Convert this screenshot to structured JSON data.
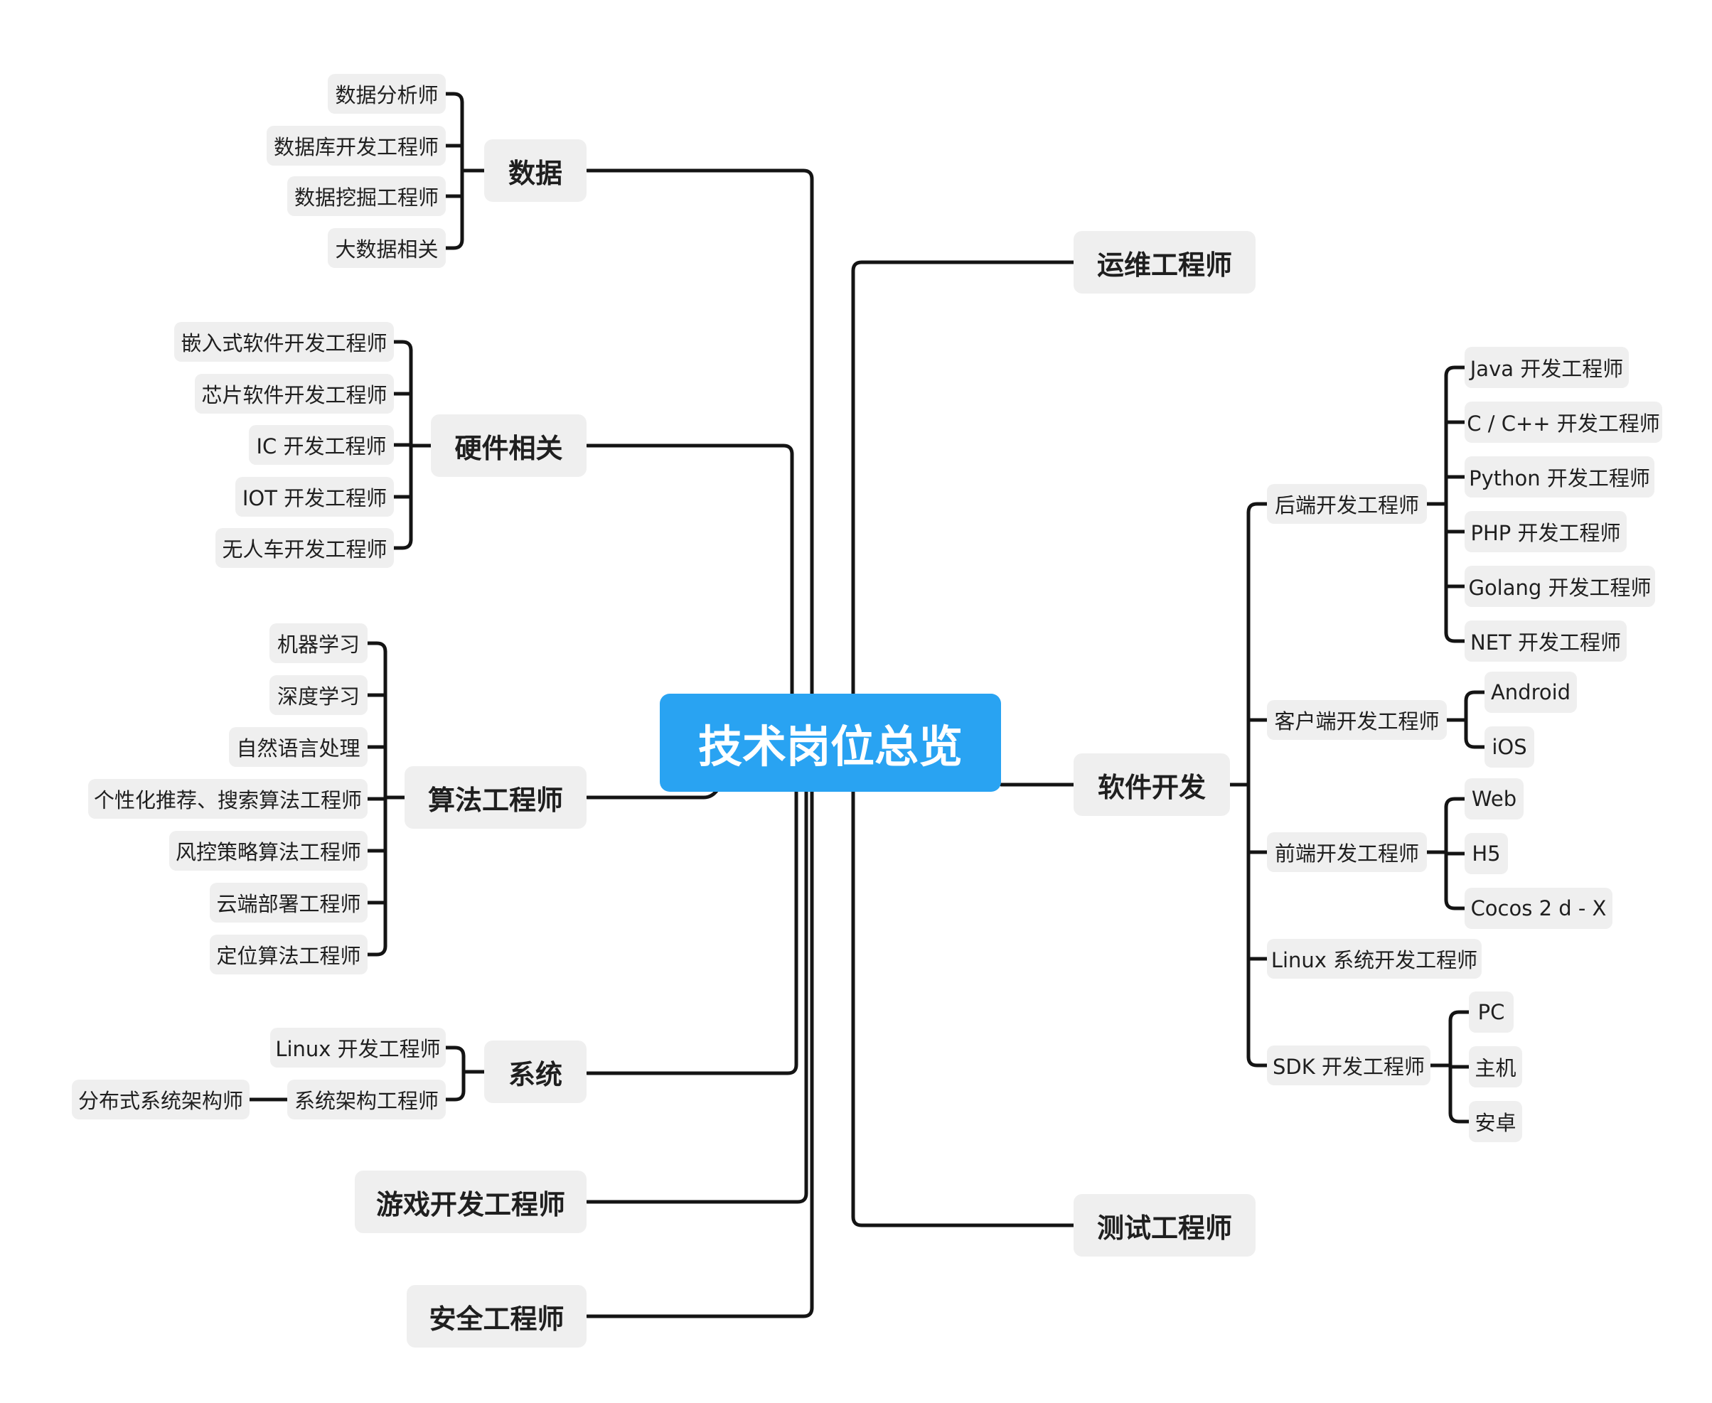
{
  "root": {
    "label": "技术岗位总览"
  },
  "branches": {
    "data": {
      "label": "数据",
      "children": [
        "数据分析师",
        "数据库开发工程师",
        "数据挖掘工程师",
        "大数据相关"
      ]
    },
    "hardware": {
      "label": "硬件相关",
      "children": [
        "嵌入式软件开发工程师",
        "芯片软件开发工程师",
        "IC 开发工程师",
        "IOT 开发工程师",
        "无人车开发工程师"
      ]
    },
    "algorithm": {
      "label": "算法工程师",
      "children": [
        "机器学习",
        "深度学习",
        "自然语言处理",
        "个性化推荐、搜索算法工程师",
        "风控策略算法工程师",
        "云端部署工程师",
        "定位算法工程师"
      ]
    },
    "system": {
      "label": "系统",
      "children": [
        "Linux 开发工程师",
        "系统架构工程师"
      ],
      "grandchild": "分布式系统架构师"
    },
    "game": {
      "label": "游戏开发工程师"
    },
    "security": {
      "label": "安全工程师"
    },
    "ops": {
      "label": "运维工程师"
    },
    "software": {
      "label": "软件开发",
      "backend": {
        "label": "后端开发工程师",
        "children": [
          "Java 开发工程师",
          "C / C++ 开发工程师",
          "Python 开发工程师",
          "PHP 开发工程师",
          "Golang 开发工程师",
          "NET 开发工程师"
        ]
      },
      "client": {
        "label": "客户端开发工程师",
        "children": [
          "Android",
          "iOS"
        ]
      },
      "frontend": {
        "label": "前端开发工程师",
        "children": [
          "Web",
          "H5",
          "Cocos 2 d - X"
        ]
      },
      "linux": {
        "label": "Linux 系统开发工程师"
      },
      "sdk": {
        "label": "SDK 开发工程师",
        "children": [
          "PC",
          "主机",
          "安卓"
        ]
      }
    },
    "test": {
      "label": "测试工程师"
    }
  }
}
